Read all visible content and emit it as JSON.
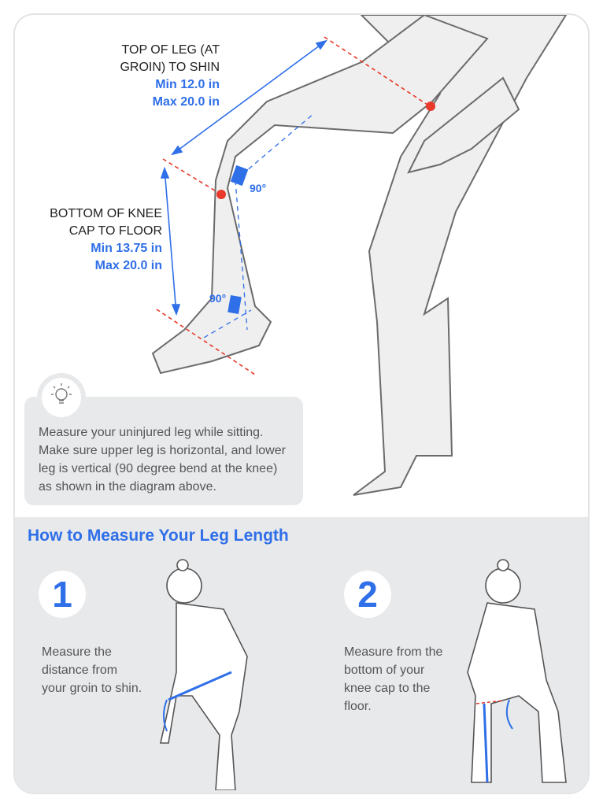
{
  "diagram": {
    "label1": {
      "title_line1": "TOP OF LEG (AT",
      "title_line2": "GROIN) TO SHIN",
      "min": "Min 12.0 in",
      "max": "Max 20.0 in"
    },
    "label2": {
      "title_line1": "BOTTOM OF KNEE",
      "title_line2": "CAP TO FLOOR",
      "min": "Min 13.75 in",
      "max": "Max 20.0 in"
    },
    "angle1": "90°",
    "angle2": "90°"
  },
  "tip": {
    "text": "Measure your uninjured leg while sitting. Make sure upper leg is horizontal, and lower leg is vertical (90 degree bend at the knee) as shown in the diagram above."
  },
  "howto": {
    "title": "How to Measure Your Leg Length",
    "steps": [
      {
        "number": "1",
        "text": "Measure the distance from your groin to shin."
      },
      {
        "number": "2",
        "text": "Measure from the bottom of your knee cap to the floor."
      }
    ]
  },
  "colors": {
    "accent": "#2f6fe8",
    "marker": "#e8392b",
    "panel": "#e8e9eb"
  }
}
